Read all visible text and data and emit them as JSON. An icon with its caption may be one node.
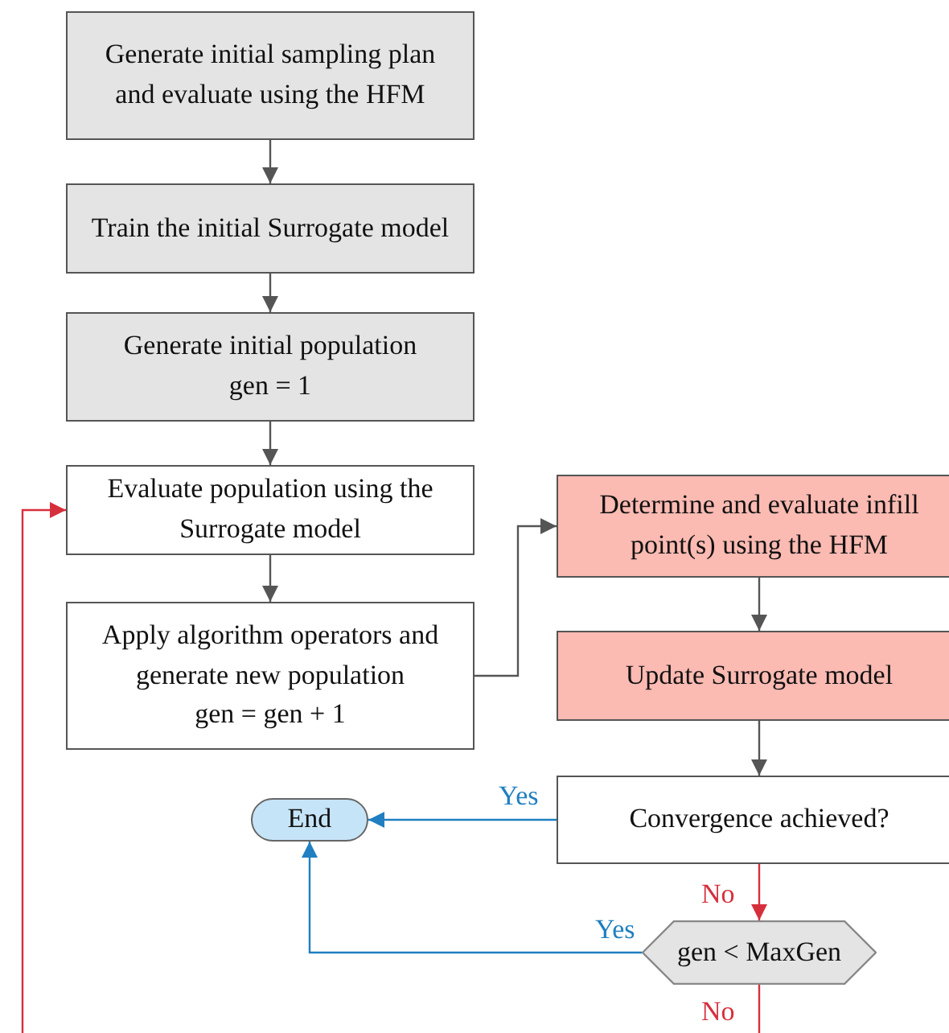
{
  "diagram": {
    "nodes": [
      {
        "text": [
          "Generate initial sampling plan and evaluate using the HFM"
        ]
      },
      {
        "text": [
          "Train the initial Surrogate model"
        ]
      },
      {
        "text": [
          "Generate initial population",
          "gen = 1"
        ]
      },
      {
        "text": [
          "Evaluate population using the Surrogate model"
        ]
      },
      {
        "text": [
          "Apply algorithm operators and generate new population",
          "gen = gen + 1"
        ]
      },
      {
        "text": [
          "Determine and evaluate infill point(s) using the HFM"
        ]
      },
      {
        "text": [
          "Update Surrogate model"
        ]
      },
      {
        "text": [
          "Convergence achieved?"
        ]
      },
      {
        "text": [
          "End"
        ]
      },
      {
        "text": [
          "gen < MaxGen"
        ]
      }
    ],
    "edges": [
      {
        "from": 0,
        "to": 1,
        "arrow": "to"
      },
      {
        "from": 1,
        "to": 2,
        "arrow": "to"
      },
      {
        "from": 2,
        "to": 3,
        "arrow": "to"
      },
      {
        "from": 3,
        "to": 4,
        "arrow": "to"
      },
      {
        "from": 4,
        "to": 5,
        "arrow": "to"
      },
      {
        "from": 5,
        "to": 6,
        "arrow": "to"
      },
      {
        "from": 6,
        "to": 7,
        "arrow": "to"
      },
      {
        "from": 7,
        "to": 8,
        "arrow": "to",
        "label": "Yes",
        "color": "#1f7fc0"
      },
      {
        "from": 7,
        "to": 9,
        "arrow": "to",
        "label": "No",
        "color": "#d62f3c"
      },
      {
        "from": 9,
        "to": 8,
        "arrow": "to",
        "label": "Yes",
        "color": "#1f7fc0"
      },
      {
        "from": 9,
        "to": 3,
        "arrow": "to",
        "label": "No",
        "color": "#d62f3c"
      }
    ]
  }
}
